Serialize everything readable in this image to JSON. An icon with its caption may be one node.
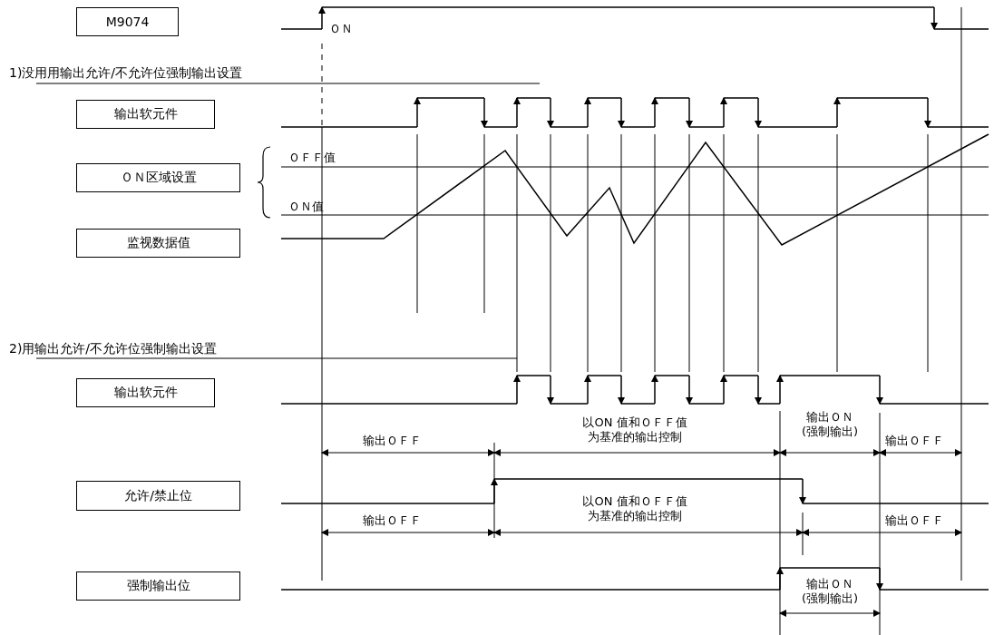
{
  "diagram": {
    "nodes": [
      {
        "text": [
          "M9074"
        ]
      },
      {
        "text": [
          "输出软元件"
        ]
      },
      {
        "text": [
          "ＯＮ区域设置"
        ]
      },
      {
        "text": [
          "监视数据值"
        ]
      },
      {
        "text": [
          "输出软元件"
        ]
      },
      {
        "text": [
          "允许/禁止位"
        ]
      },
      {
        "text": [
          "强制输出位"
        ]
      }
    ],
    "edges": [],
    "labels": [
      "ＯＮ",
      "1)没用用输出允许/不允许位强制输出设置",
      "ＯＦＦ值",
      "ＯＮ值",
      "2)用输出允许/不允许位强制输出设置",
      "以ON 值和ＯＦＦ值为基准的输出控制",
      "输出ＯＦＦ",
      "输出ＯＮ(强制输出)",
      "输出ＯＦＦ",
      "以ON 值和ＯＦＦ值为基准的输出控制",
      "输出ＯＦＦ",
      "输出ＯＦＦ",
      "输出ＯＮ(强制输出)"
    ]
  }
}
